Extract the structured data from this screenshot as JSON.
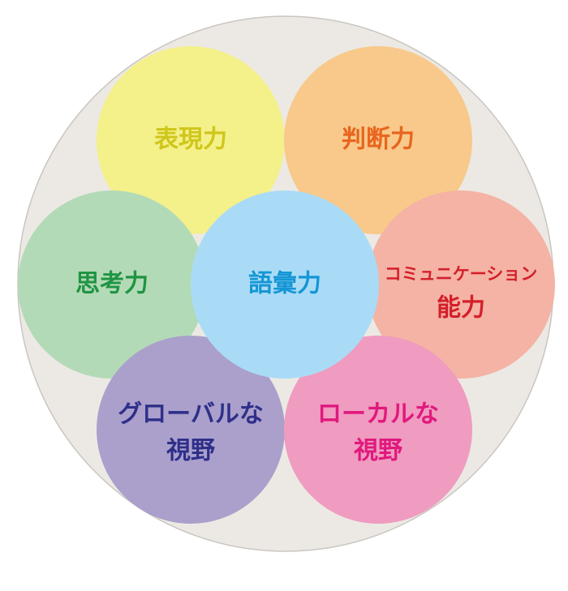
{
  "diagram": {
    "background_color": "#ece9e4",
    "background_stroke": "#c9c6c1",
    "nodes": [
      {
        "id": "hyogen",
        "label_lines": [
          "表現力"
        ],
        "fill": "#f4f08a",
        "text_color": "#cfc61a"
      },
      {
        "id": "handan",
        "label_lines": [
          "判断力"
        ],
        "fill": "#f8c98a",
        "text_color": "#e8651f"
      },
      {
        "id": "shiko",
        "label_lines": [
          "思考力"
        ],
        "fill": "#b3dab7",
        "text_color": "#1f9443"
      },
      {
        "id": "communication",
        "label_lines": [
          "コミュニケーション",
          "能力"
        ],
        "fill": "#f4b3a4",
        "text_color": "#d41f2b"
      },
      {
        "id": "global",
        "label_lines": [
          "グローバルな",
          "視野"
        ],
        "fill": "#aaa0cb",
        "text_color": "#2f2f8a"
      },
      {
        "id": "local",
        "label_lines": [
          "ローカルな",
          "視野"
        ],
        "fill": "#f09bc0",
        "text_color": "#e0197d"
      },
      {
        "id": "goi",
        "label_lines": [
          "語彙力"
        ],
        "fill": "#aadbf6",
        "text_color": "#1496d5"
      }
    ]
  }
}
